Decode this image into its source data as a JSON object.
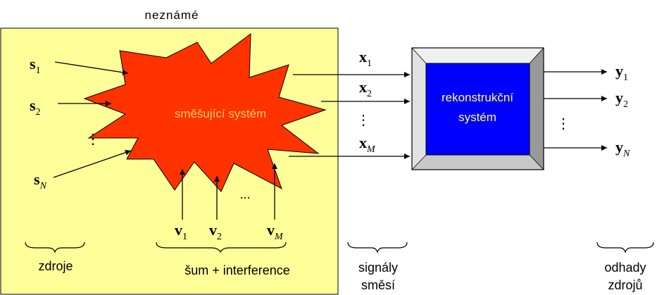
{
  "top_label": "neznámé",
  "mixing_system": "směšující systém",
  "reconstruction_system": [
    "rekonstrukční",
    "systém"
  ],
  "dots": "⋮",
  "noise_dots": "...",
  "sources": [
    {
      "base": "s",
      "sub": "1"
    },
    {
      "base": "s",
      "sub": "2"
    },
    {
      "base": "s",
      "sub": "N"
    }
  ],
  "mixtures": [
    {
      "base": "x",
      "sub": "1"
    },
    {
      "base": "x",
      "sub": "2"
    },
    {
      "base": "x",
      "sub": "M"
    }
  ],
  "noises": [
    {
      "base": "v",
      "sub": "1"
    },
    {
      "base": "v",
      "sub": "2"
    },
    {
      "base": "v",
      "sub": "M"
    }
  ],
  "outputs": [
    {
      "base": "y",
      "sub": "1"
    },
    {
      "base": "y",
      "sub": "2"
    },
    {
      "base": "y",
      "sub": "N"
    }
  ],
  "bottom_labels": {
    "sources": "zdroje",
    "noise": "šum + interference",
    "mixtures": [
      "signály",
      "směsí"
    ],
    "estimates": [
      "odhady",
      "zdrojů"
    ]
  },
  "colors": {
    "unknown_box": "#ffff99",
    "burst": "#ff3300",
    "burst_text": "#ffcc66",
    "recon_face": "#0000ff",
    "recon_text": "#ffff66",
    "bevel_top": "#f0f0f0",
    "bevel_side": "#999999",
    "bevel_bottom": "#c8c8c8"
  }
}
